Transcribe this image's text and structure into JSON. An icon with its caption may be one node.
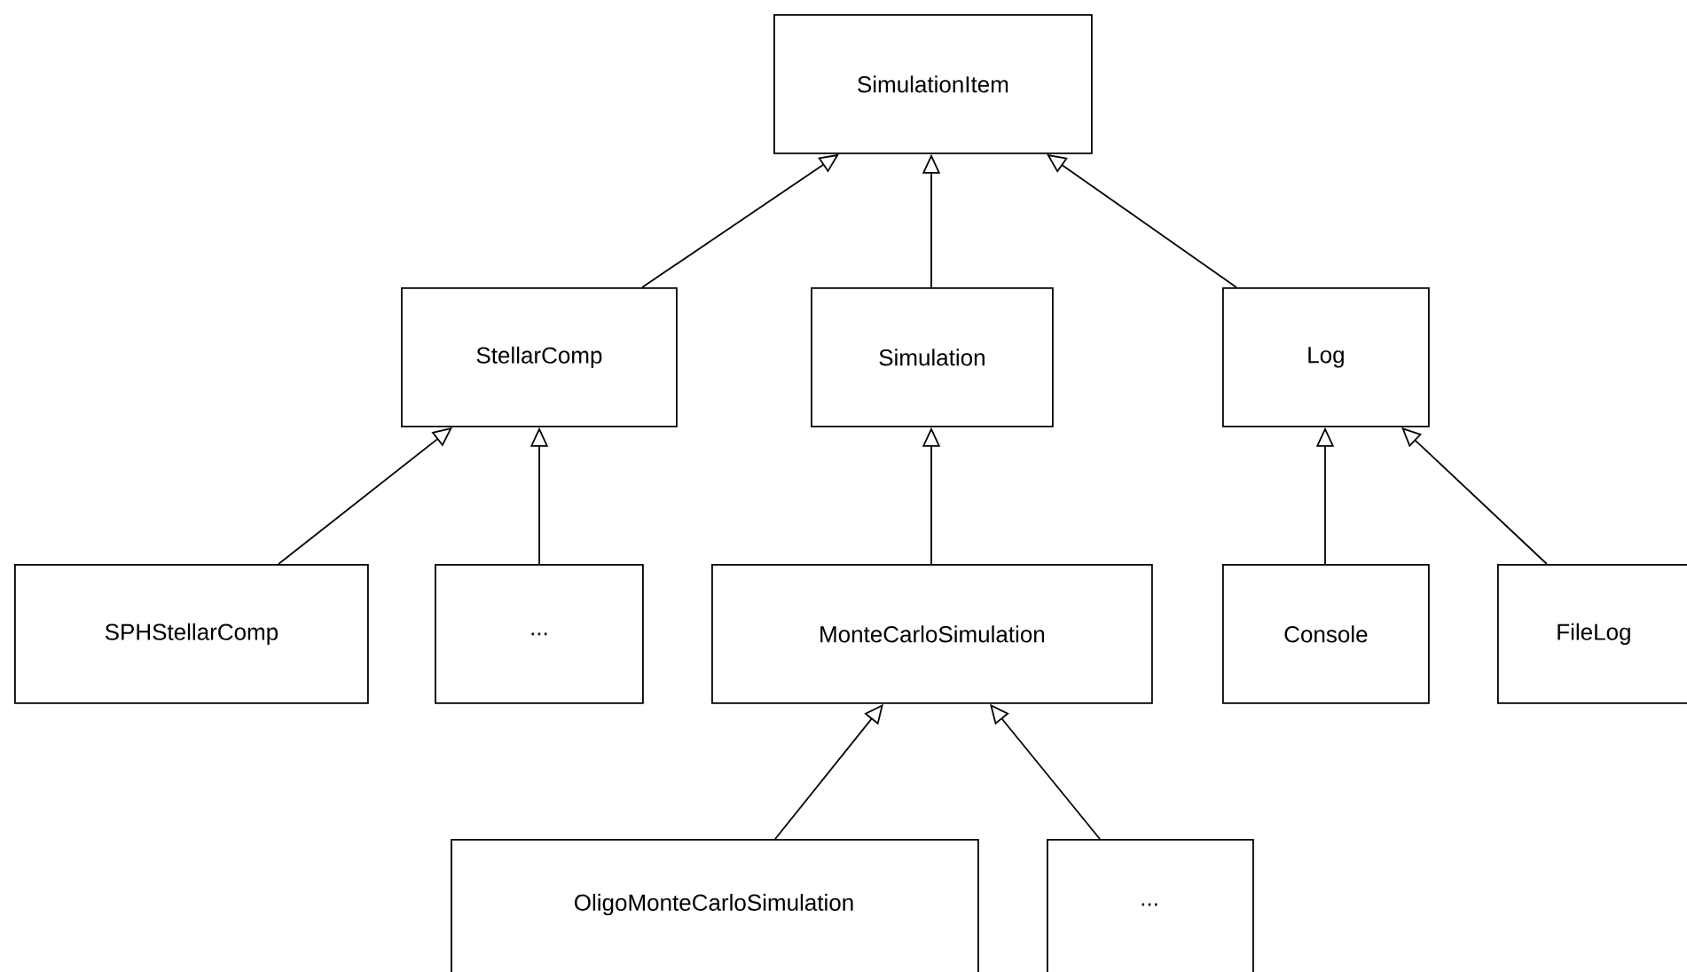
{
  "diagram": {
    "nodes": [
      {
        "text": [
          "SimulationItem"
        ]
      },
      {
        "text": [
          "StellarComp"
        ]
      },
      {
        "text": [
          "Simulation"
        ]
      },
      {
        "text": [
          "Log"
        ]
      },
      {
        "text": [
          "SPHStellarComp"
        ]
      },
      {
        "text": [
          "..."
        ]
      },
      {
        "text": [
          "MonteCarloSimulation"
        ]
      },
      {
        "text": [
          "Console"
        ]
      },
      {
        "text": [
          "FileLog"
        ]
      },
      {
        "text": [
          "OligoMonteCarloSimulation"
        ]
      },
      {
        "text": [
          "..."
        ]
      }
    ],
    "edges": [
      {
        "from": 1,
        "to": 0,
        "arrow": "to"
      },
      {
        "from": 2,
        "to": 0,
        "arrow": "to"
      },
      {
        "from": 3,
        "to": 0,
        "arrow": "to"
      },
      {
        "from": 4,
        "to": 1,
        "arrow": "to"
      },
      {
        "from": 5,
        "to": 1,
        "arrow": "to"
      },
      {
        "from": 6,
        "to": 2,
        "arrow": "to"
      },
      {
        "from": 7,
        "to": 3,
        "arrow": "to"
      },
      {
        "from": 8,
        "to": 3,
        "arrow": "to"
      },
      {
        "from": 9,
        "to": 6,
        "arrow": "to"
      },
      {
        "from": 10,
        "to": 6,
        "arrow": "to"
      }
    ]
  }
}
